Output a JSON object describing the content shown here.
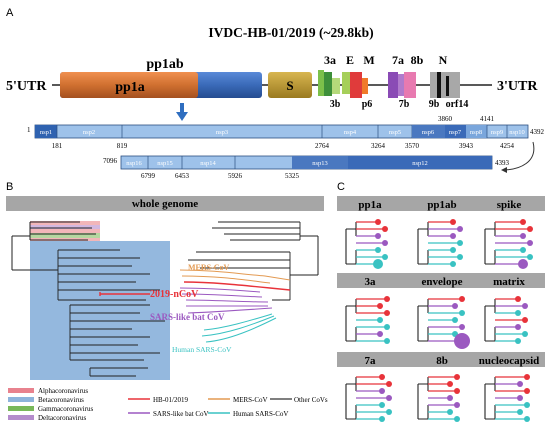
{
  "panel_labels": {
    "a": "A",
    "b": "B",
    "c": "C"
  },
  "genome": {
    "title": "IVDC-HB-01/2019  (~29.8kb)",
    "utr5": "5'UTR",
    "utr3": "3'UTR",
    "pp1ab_label": "pp1ab",
    "pp1a_label": "pp1a",
    "orf_labels": [
      "S",
      "3a",
      "E",
      "M",
      "7a",
      "8b",
      "N",
      "3b",
      "p6",
      "7b",
      "9b",
      "orf14"
    ]
  },
  "nsp_map": {
    "row1_start": "1",
    "row1_end": "4392",
    "row1_segments": [
      "nsp1",
      "nsp2",
      "nsp3",
      "nsp4",
      "nsp5",
      "nsp6",
      "nsp7",
      "nsp8",
      "nsp9",
      "nsp10"
    ],
    "row1_below": [
      "181",
      "819",
      "2764",
      "3264",
      "3570",
      "3943",
      "4254"
    ],
    "row1_above": [
      "3860",
      "4141"
    ],
    "row2_start": "7096",
    "row2_end": "4393",
    "row2_segments": [
      "nsp16",
      "nsp15",
      "nsp14",
      "nsp13",
      "nsp12"
    ],
    "row2_below": [
      "6799",
      "6453",
      "5926",
      "5325"
    ]
  },
  "tree_panel": {
    "title": "whole genome",
    "clade_labels": [
      "MERS-CoV",
      "2019-nCoV",
      "SARS-like bat CoV",
      "Human SARS-CoV"
    ],
    "genus_legend": [
      {
        "label": "Alphacoronavirus",
        "color": "#e8828e"
      },
      {
        "label": "Betacoronavirus",
        "color": "#8eb4dc"
      },
      {
        "label": "Gammacoronavirus",
        "color": "#78b85a"
      },
      {
        "label": "Deltacoronavirus",
        "color": "#b48ccc"
      }
    ],
    "strain_legend": [
      {
        "label": "HB-01/2019",
        "color": "#e8333a"
      },
      {
        "label": "MERS-CoV",
        "color": "#e39a52"
      },
      {
        "label": "Other CoVs",
        "color": "#555555"
      },
      {
        "label": "SARS-like bat CoV",
        "color": "#9b59c0"
      },
      {
        "label": "Human SARS-CoV",
        "color": "#39c2c2"
      }
    ]
  },
  "gene_trees": {
    "titles": [
      "pp1a",
      "pp1ab",
      "spike",
      "3a",
      "envelope",
      "matrix",
      "7a",
      "8b",
      "nucleocapsid"
    ]
  },
  "colors": {
    "pp1a": "#d07030",
    "pp1ab": "#3a6ab8",
    "s": "#bf9a2e",
    "nsp_bar": "#9ec2ea",
    "nsp_dark": "#2f62b0",
    "header_gray": "#a6a6a6"
  }
}
